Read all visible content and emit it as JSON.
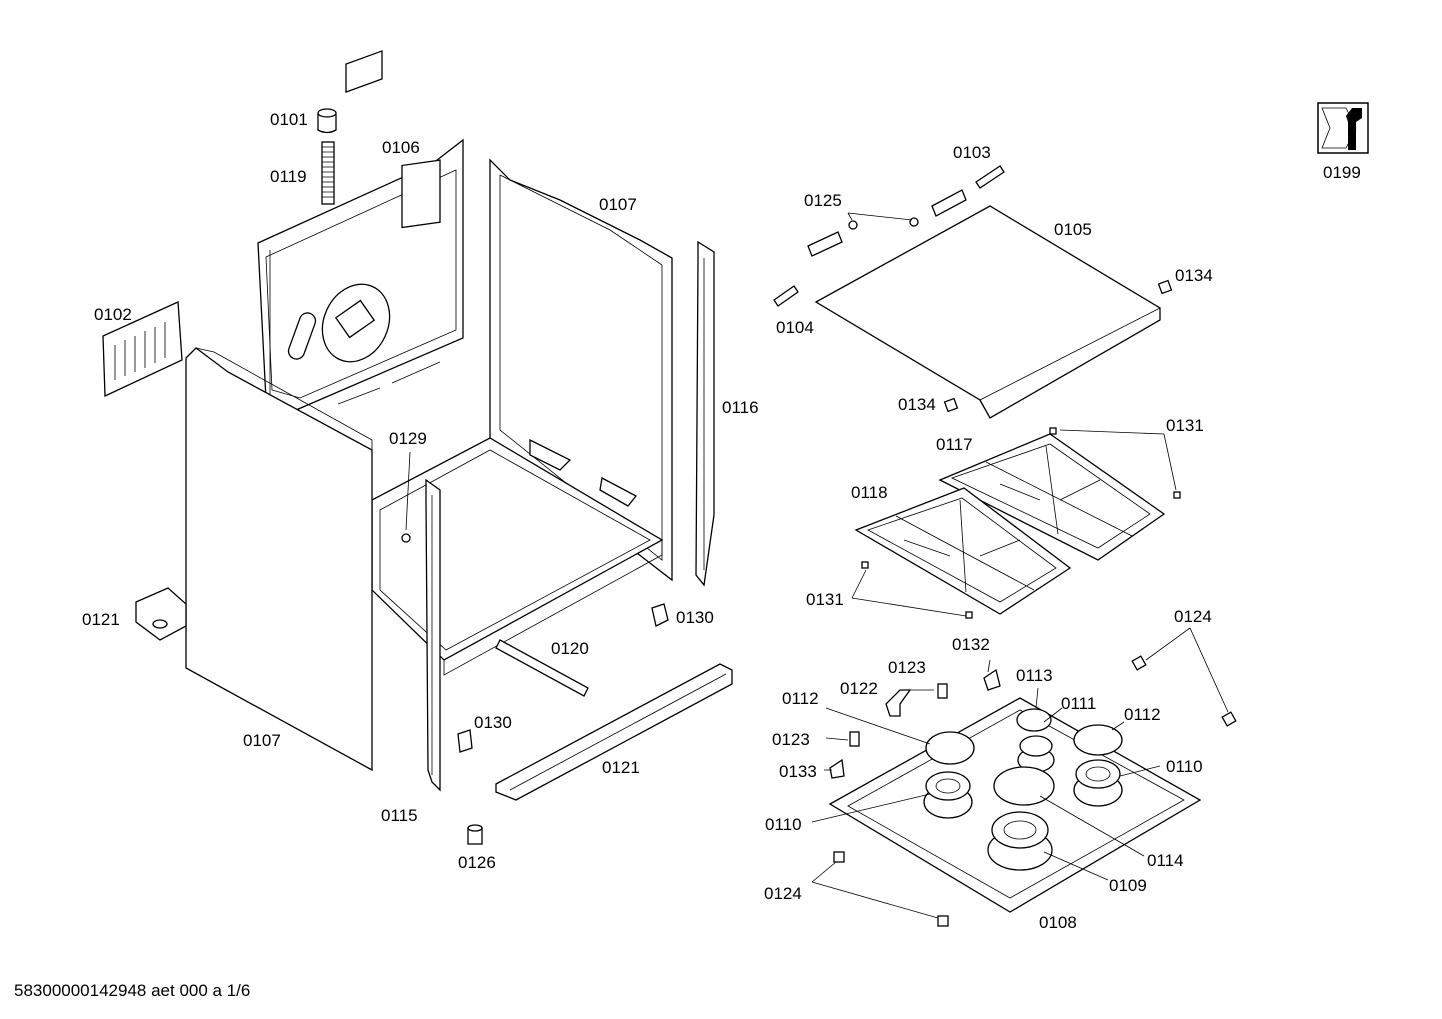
{
  "diagram": {
    "footer_code": "58300000142948 aet 000 a 1/6",
    "tool_icon": "wrench-nut-icon",
    "labels": {
      "p0101": "0101",
      "p0119": "0119",
      "p0106": "0106",
      "p0107_back": "0107",
      "p0102": "0102",
      "p0129": "0129",
      "p0116": "0116",
      "p0121_left": "0121",
      "p0107_side": "0107",
      "p0130_right": "0130",
      "p0120": "0120",
      "p0130_left": "0130",
      "p0121_bottom": "0121",
      "p0115": "0115",
      "p0126": "0126",
      "p0103": "0103",
      "p0125": "0125",
      "p0105": "0105",
      "p0134_right": "0134",
      "p0104": "0104",
      "p0134_left": "0134",
      "p0131_top": "0131",
      "p0117": "0117",
      "p0118": "0118",
      "p0131_bottom": "0131",
      "p0124_top": "0124",
      "p0132": "0132",
      "p0123_top": "0123",
      "p0113": "0113",
      "p0122": "0122",
      "p0112_left": "0112",
      "p0111": "0111",
      "p0112_right": "0112",
      "p0123_left": "0123",
      "p0110_right": "0110",
      "p0133": "0133",
      "p0110_left": "0110",
      "p0114": "0114",
      "p0109": "0109",
      "p0124_bottom": "0124",
      "p0108": "0108",
      "p0199": "0199"
    }
  }
}
